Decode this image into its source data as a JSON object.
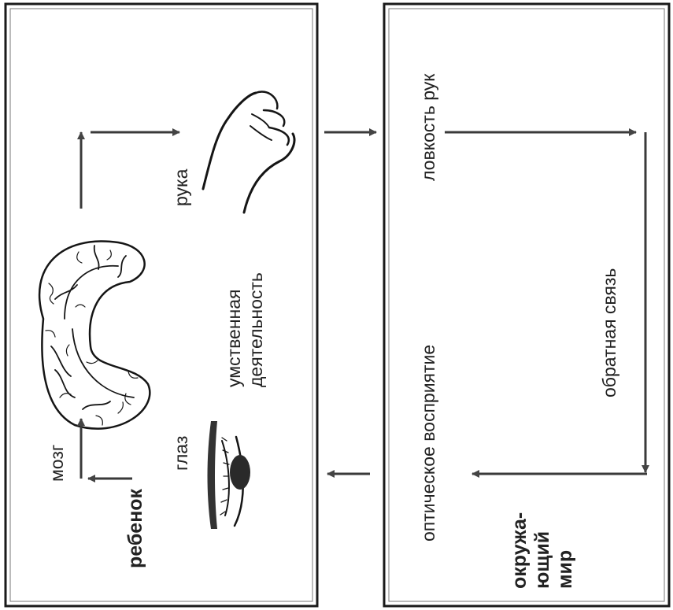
{
  "left_panel": {
    "child_label": "ребенок",
    "brain_label": "мозг",
    "eye_label": "глаз",
    "mental_label_line1": "умственная",
    "mental_label_line2": "деятельность",
    "hand_label": "рука"
  },
  "right_panel": {
    "dexterity_label": "ловкость рук",
    "feedback_label": "обратная связь",
    "optical_label": "оптическое восприятие",
    "world_label_line1": "окружа-",
    "world_label_line2": "ющий",
    "world_label_line3": "мир"
  }
}
